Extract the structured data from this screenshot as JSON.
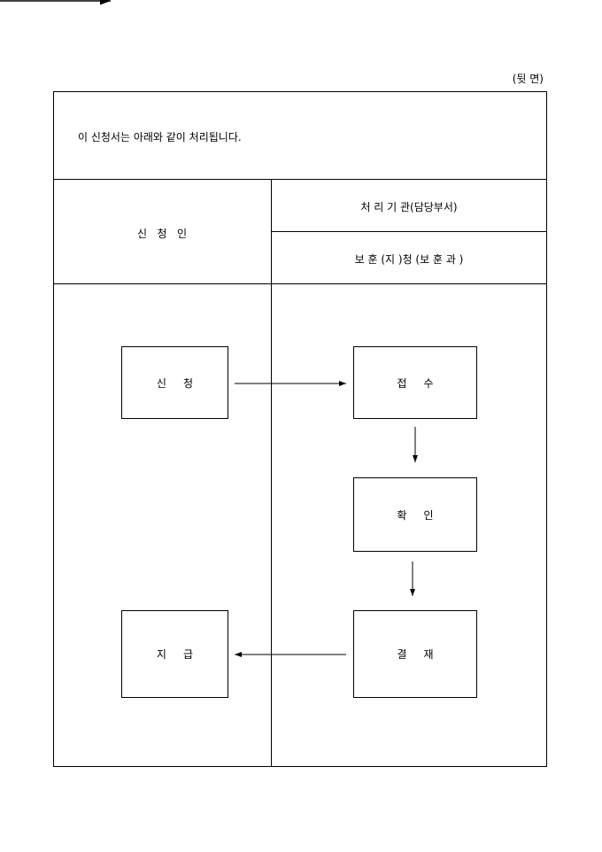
{
  "page_side": "(뒷 면)",
  "intro": "이 신청서는 아래와 같이 처리됩니다.",
  "header": {
    "applicant": "신   청   인",
    "agency": "처 리 기 관(담당부서)",
    "office": "보 훈 (지 )청 (보 훈 과 )"
  },
  "steps": {
    "apply": "신     청",
    "receive": "접     수",
    "confirm": "확     인",
    "approve": "결     재",
    "pay": "지     급"
  }
}
